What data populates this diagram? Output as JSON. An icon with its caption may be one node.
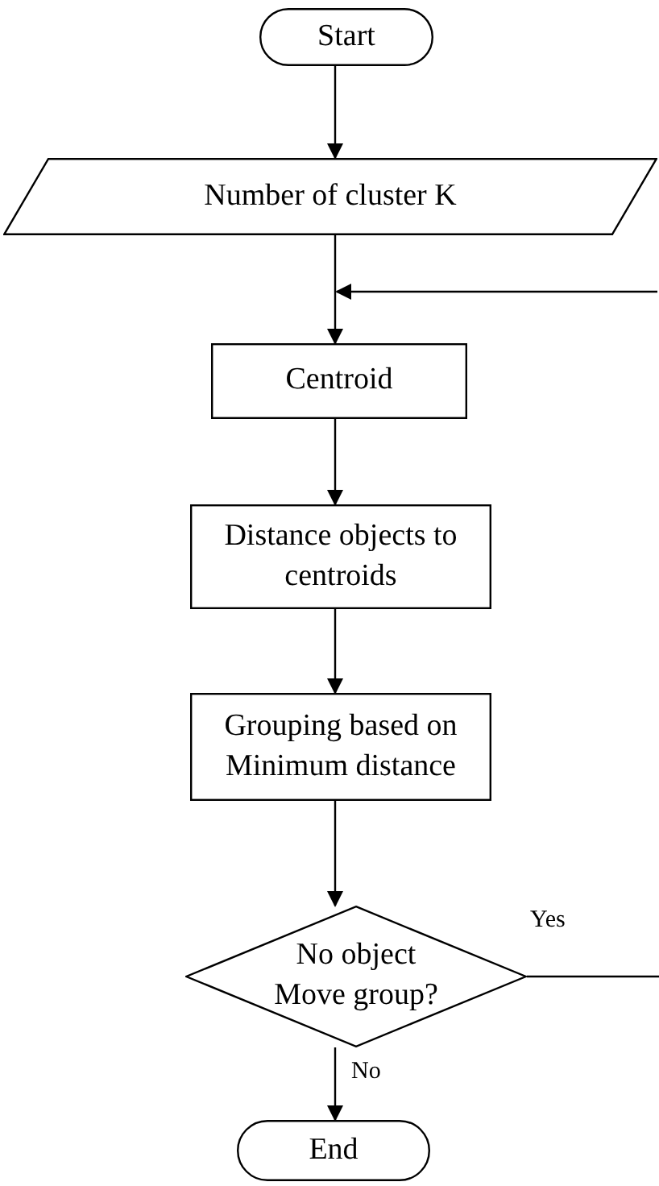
{
  "diagram": {
    "nodes": [
      {
        "text": [
          "Start"
        ]
      },
      {
        "text": [
          "Number of cluster K"
        ]
      },
      {
        "text": [
          "Centroid"
        ]
      },
      {
        "text": [
          "Distance objects to centroids"
        ]
      },
      {
        "text": [
          "Grouping based on Minimum distance"
        ]
      },
      {
        "text": [
          "No object Move group?"
        ]
      },
      {
        "text": [
          "End"
        ]
      }
    ],
    "edges": [
      {
        "from": 0,
        "to": 1,
        "arrow": "to"
      },
      {
        "from": 1,
        "to": 2,
        "arrow": "to"
      },
      {
        "from": null,
        "to": 2,
        "arrow": "to"
      },
      {
        "from": 2,
        "to": 3,
        "arrow": "to"
      },
      {
        "from": 3,
        "to": 4,
        "arrow": "to"
      },
      {
        "from": 4,
        "to": 5,
        "arrow": "to"
      },
      {
        "from": 5,
        "to": null,
        "label": "Yes",
        "arrow": "none"
      },
      {
        "from": 5,
        "to": 6,
        "label": "No",
        "arrow": "to"
      }
    ]
  }
}
